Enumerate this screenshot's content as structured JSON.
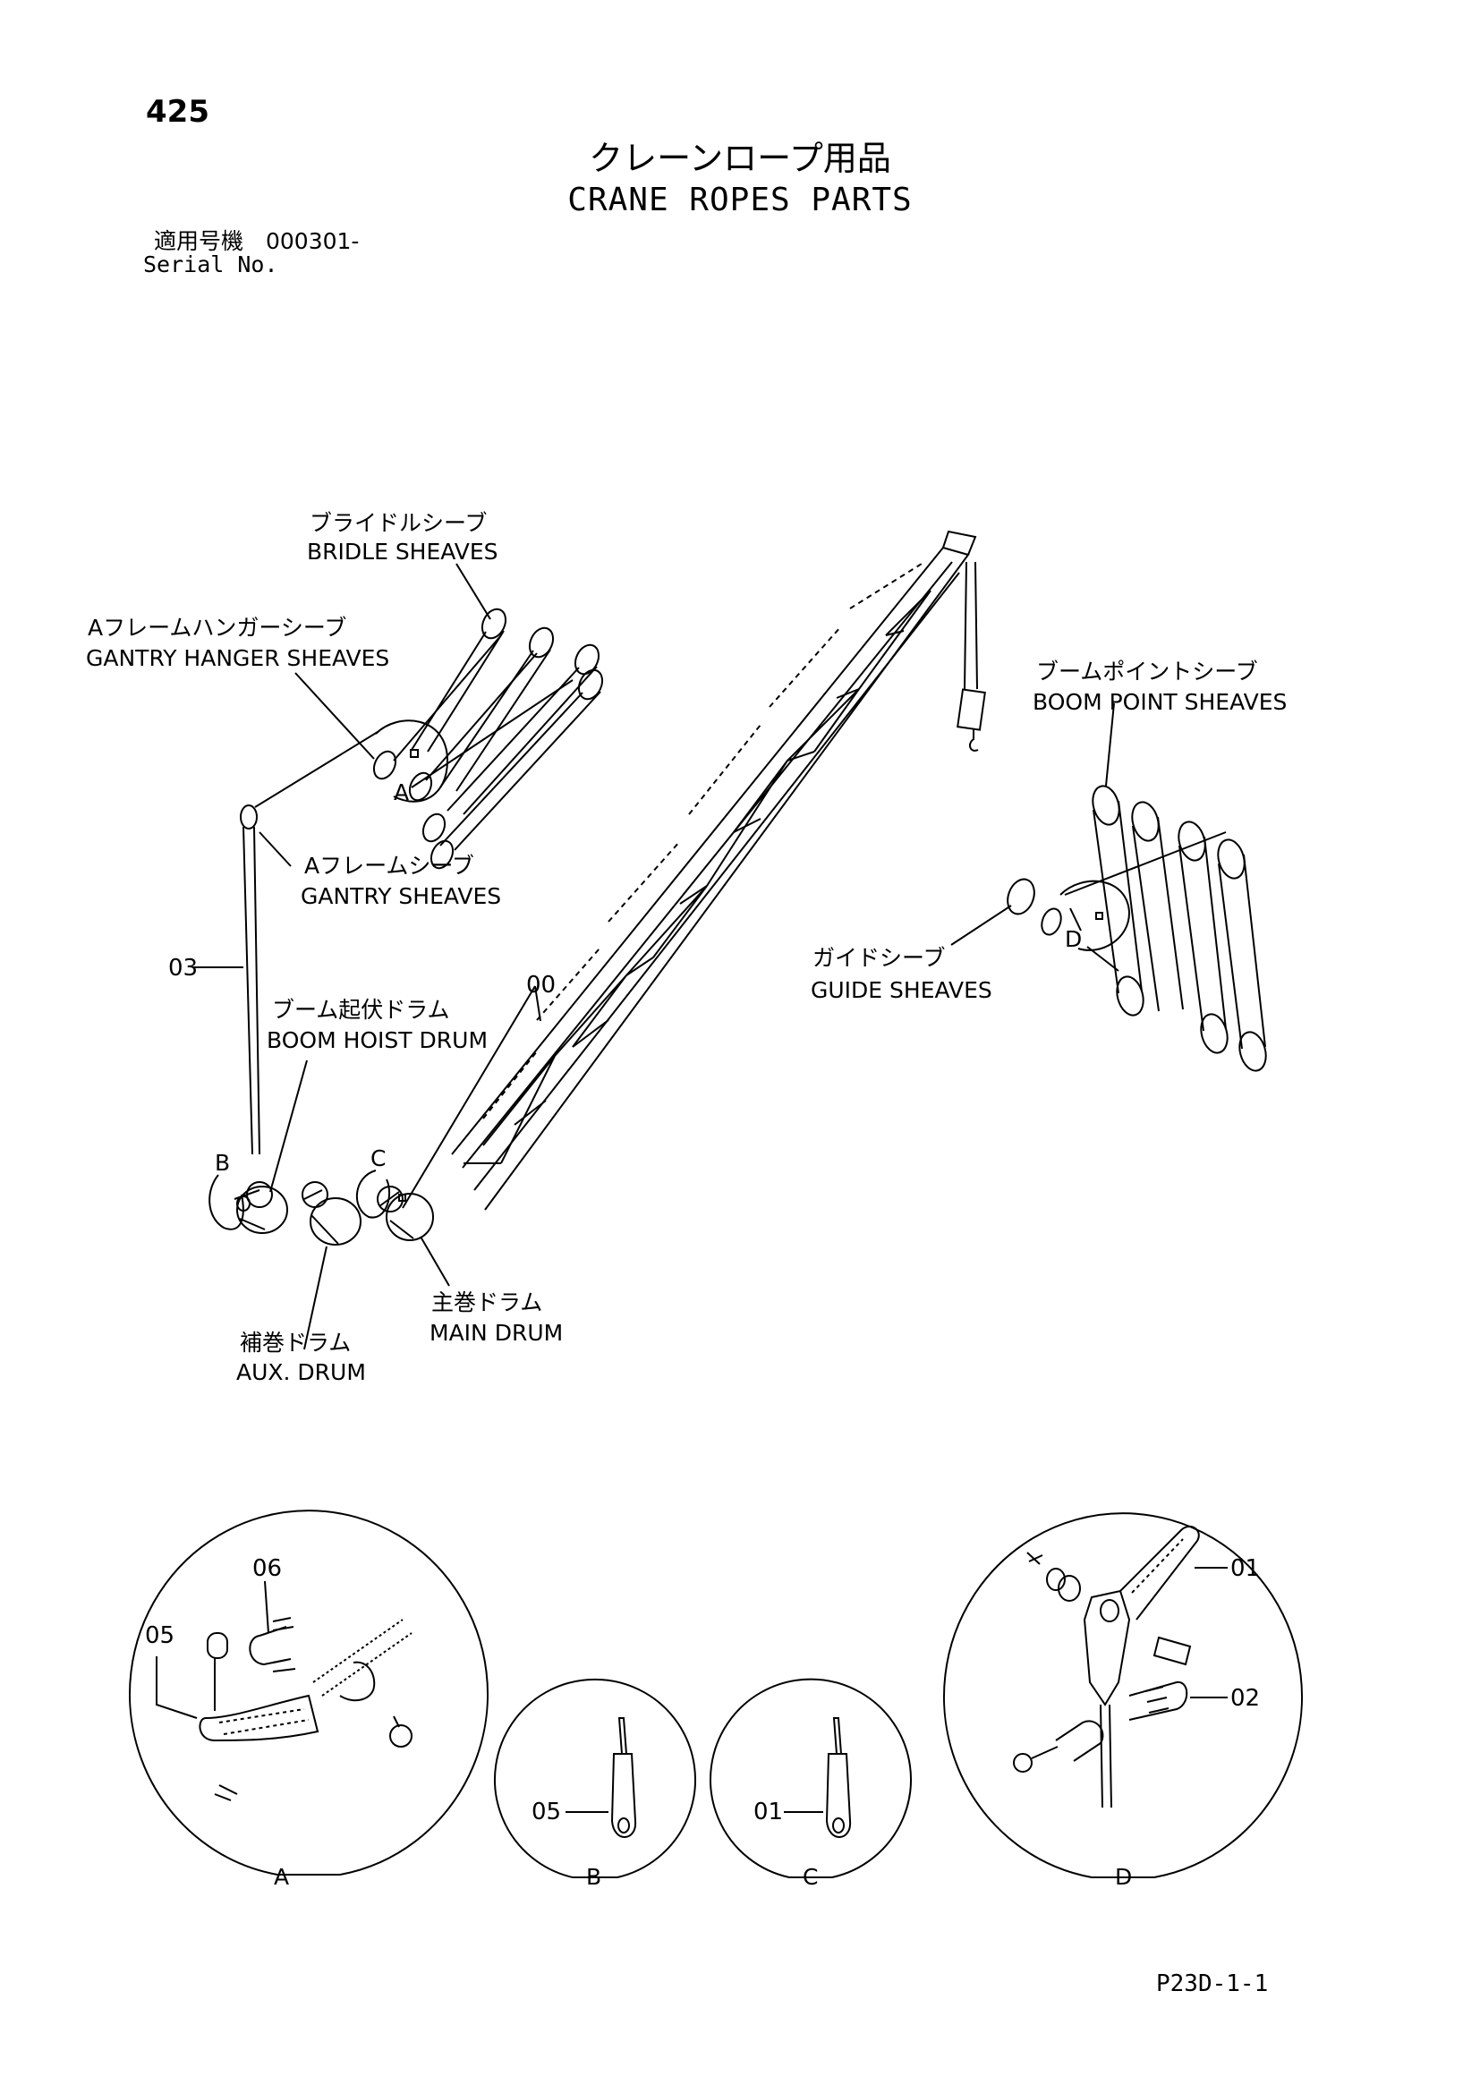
{
  "page_number": "425",
  "title_jp": "クレーンロープ用品",
  "title_en": "CRANE ROPES PARTS",
  "serial_jp": "適用号機　000301-",
  "serial_en": "Serial No.",
  "labels": {
    "bridle_jp": "ブライドルシーブ",
    "bridle_en": "BRIDLE SHEAVES",
    "gantry_hanger_jp": "Aフレームハンガーシーブ",
    "gantry_hanger_en": "GANTRY HANGER SHEAVES",
    "gantry_jp": "Aフレームシーブ",
    "gantry_en": "GANTRY SHEAVES",
    "boom_hoist_jp": "ブーム起伏ドラム",
    "boom_hoist_en": "BOOM HOIST DRUM",
    "boom_point_jp": "ブームポイントシーブ",
    "boom_point_en": "BOOM POINT SHEAVES",
    "guide_jp": "ガイドシーブ",
    "guide_en": "GUIDE SHEAVES",
    "main_drum_jp": "主巻ドラム",
    "main_drum_en": "MAIN DRUM",
    "aux_drum_jp": "補巻ドラム",
    "aux_drum_en": "AUX. DRUM"
  },
  "refs": {
    "r00": "00",
    "r01": "01",
    "r02": "02",
    "r03": "03",
    "r05": "05",
    "r06": "06"
  },
  "detail_letters": {
    "a": "A",
    "b": "B",
    "c": "C",
    "d": "D"
  },
  "footer_code": "P23D-1-1"
}
